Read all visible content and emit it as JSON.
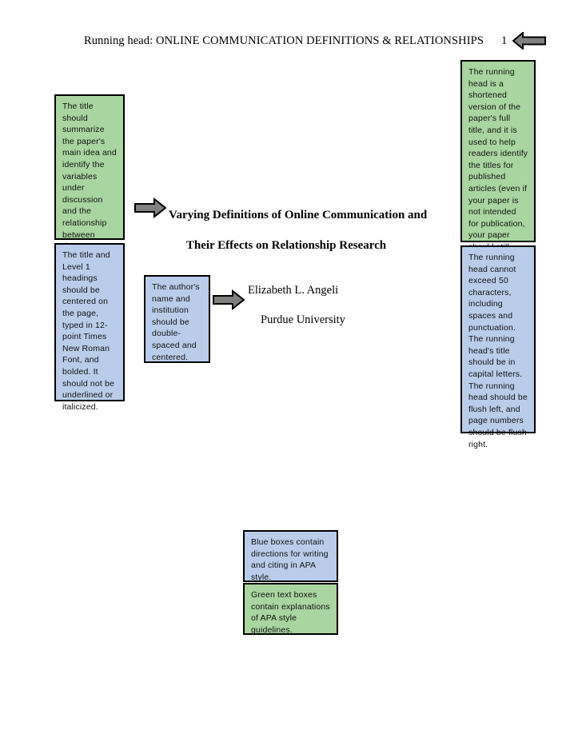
{
  "document": {
    "type": "APA style sample title page with annotation callouts"
  },
  "header": {
    "running_head": "Running head: ONLINE COMMUNICATION DEFINITIONS & RELATIONSHIPS",
    "page_number": "1",
    "arrow_icon": "arrow-left-icon"
  },
  "paper": {
    "title_line_1": "Varying Definitions of Online Communication and",
    "title_line_2": "Their Effects on Relationship Research",
    "author_name": "Elizabeth L. Angeli",
    "institution": "Purdue University"
  },
  "callouts": {
    "title_green": "The title should summarize the paper's main idea and identify the variables under discussion and the relationship between them.",
    "title_blue": "The title and Level 1 headings should be centered on the page, typed in 12-point Times New Roman Font, and bolded. It should not be underlined or italicized.",
    "author_blue": "The author's name and institution should be double-spaced and centered.",
    "running_head_green": "The running head is a shortened version of the paper's full title, and it is used to help readers identify the titles for published articles (even if your paper is not intended for publication, your paper should still have a running head).",
    "running_head_blue": "The running head cannot exceed 50 characters, including spaces and punctuation. The running head's title should be in capital letters. The running head should be flush left, and page numbers should be flush right."
  },
  "legend": {
    "blue": "Blue boxes contain directions for writing and citing in APA style.",
    "green": "Green text boxes contain explanations of APA style guidelines."
  },
  "icons": {
    "arrow_right": "arrow-right-icon",
    "arrow_left": "arrow-left-icon"
  },
  "colors": {
    "green_box": "#a9d5a0",
    "blue_box": "#b9cdea",
    "box_border": "#000000",
    "arrow_fill": "#808080",
    "arrow_stroke": "#000000",
    "page_background": "#ffffff"
  }
}
